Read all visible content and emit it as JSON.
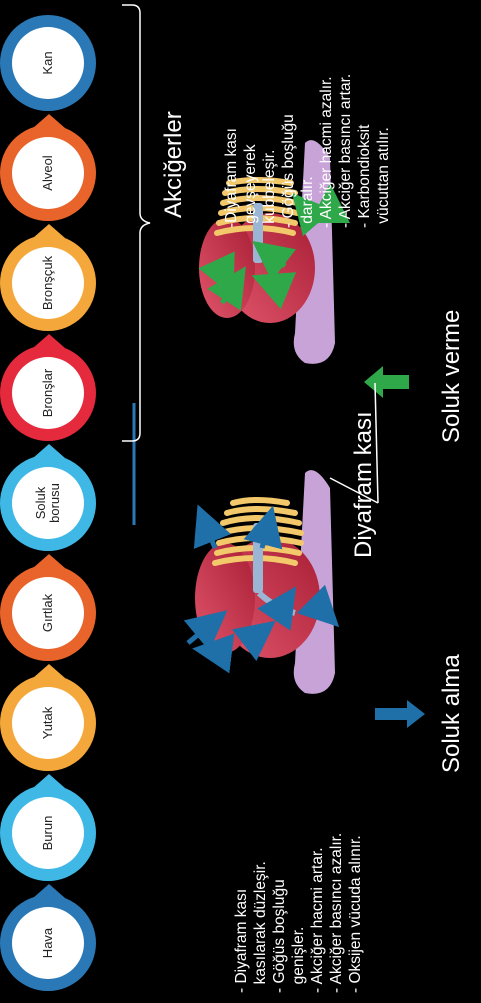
{
  "steps": [
    {
      "label": "Hava",
      "color": "#2a79b6"
    },
    {
      "label": "Burun",
      "color": "#3fb8e6"
    },
    {
      "label": "Yutak",
      "color": "#f4a83c"
    },
    {
      "label": "Gırtlak",
      "color": "#e8642a"
    },
    {
      "label": "Soluk\nborusu",
      "color": "#3fb8e6"
    },
    {
      "label": "Bronşlar",
      "color": "#e42a3c"
    },
    {
      "label": "Bronşçuk",
      "color": "#f4a83c"
    },
    {
      "label": "Alveol",
      "color": "#e8642a"
    },
    {
      "label": "Kan",
      "color": "#2a79b6"
    }
  ],
  "brace_label": "Akciğerler",
  "inhale": {
    "title": "Soluk alma",
    "lines": "- Diyafram kası\n  kasılarak düzleşir.\n- Göğüs boşluğu\n  genişler.\n- Akciğer hacmi artar.\n- Akciğer basıncı azalır.\n- Oksijen vücuda alınır.",
    "arrow_color": "#1f6fa8"
  },
  "exhale": {
    "title": "Soluk verme",
    "lines": "-Diyafram kası\n gevşeyerek\n kubbeleşir.\n- Göğüs boşluğu\n daralır.\n- Akciğer hacmi azalır.\n- Akciğer basıncı artar.\n- Karbondioksit\n vücuttan atılır.",
    "arrow_color": "#2fa84a"
  },
  "diaphragm_label": "Diyafram kası"
}
